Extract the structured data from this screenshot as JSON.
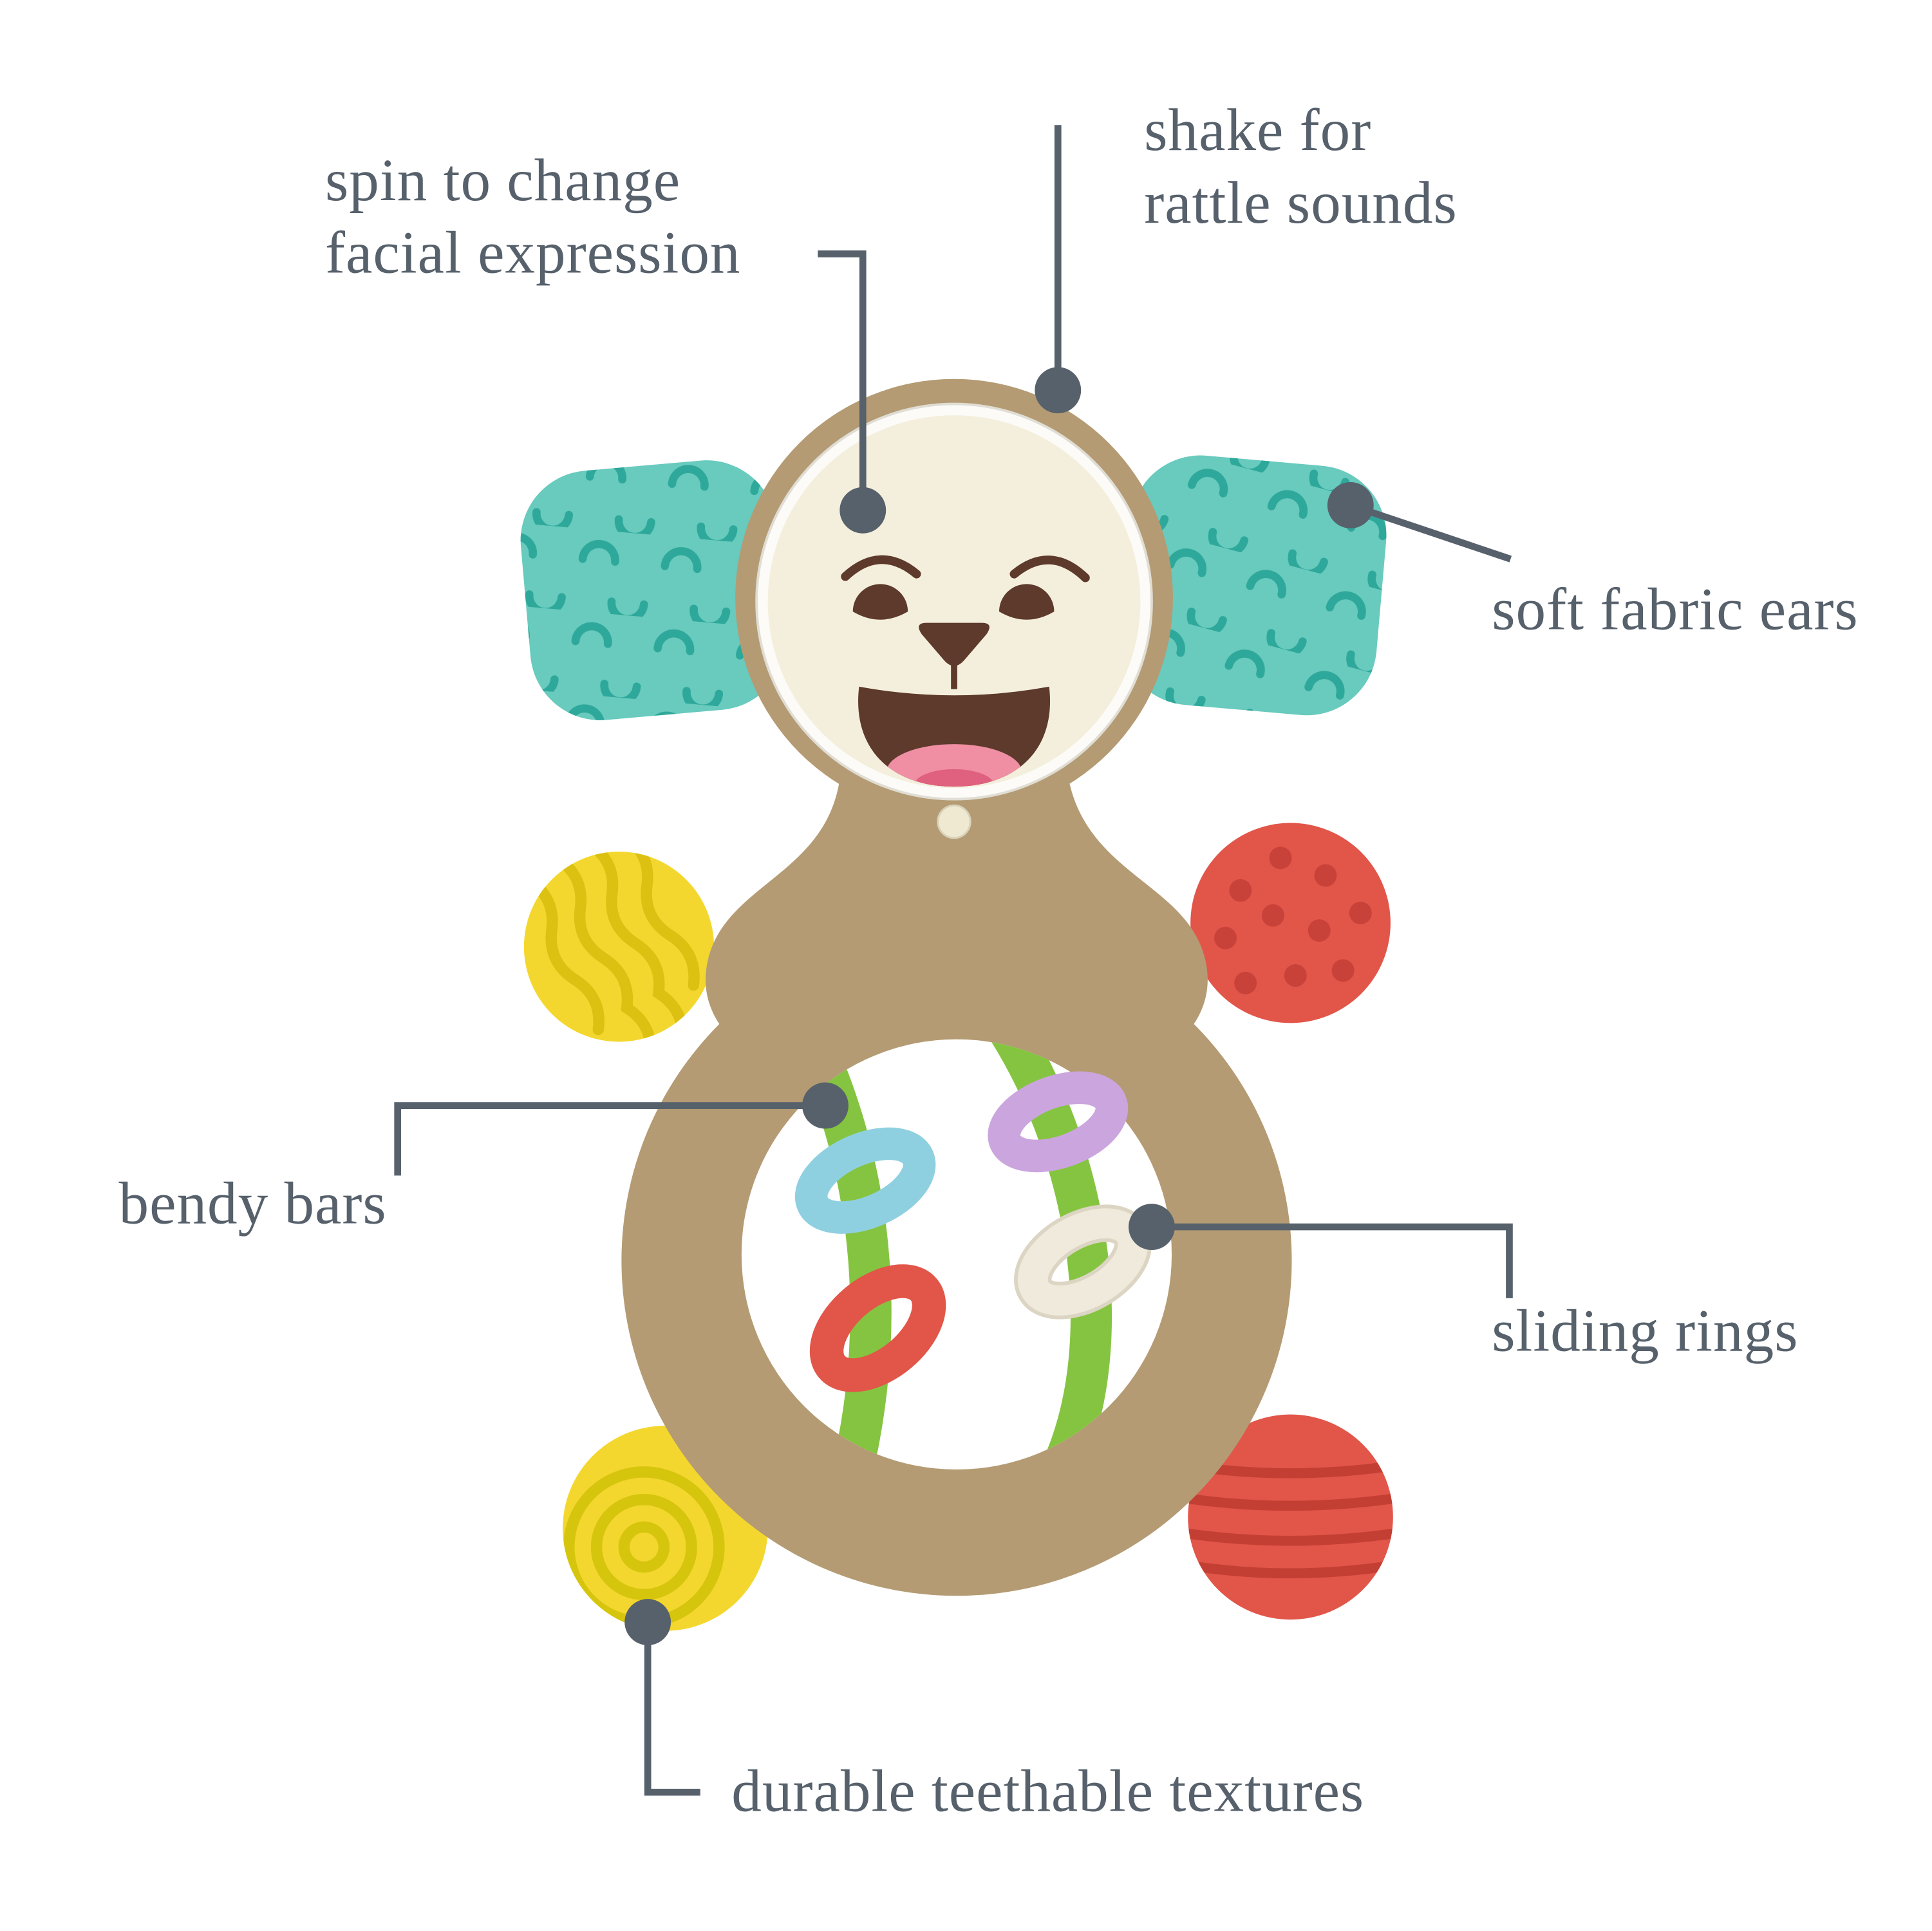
{
  "labels": {
    "spin_line1": "spin to change",
    "spin_line2": "facial expression",
    "shake_line1": "shake for",
    "shake_line2": "rattle sounds",
    "soft_fabric_ears": "soft fabric ears",
    "bendy_bars": "bendy bars",
    "sliding_rings": "sliding rings",
    "durable_textures": "durable teethable textures"
  },
  "colors": {
    "label_text": "#57616c",
    "leader_line": "#57616c",
    "callout_dot": "#57616c",
    "body_tan": "#b49b73",
    "ear_teal": "#69cabe",
    "ear_pattern_teal": "#2ea89a",
    "face_cream": "#f4efdc",
    "face_ring_white": "#fcfbf8",
    "face_feature_brown": "#5d3a2b",
    "tongue_pink": "#f08fa4",
    "tongue_deep_pink": "#e0607f",
    "bar_green": "#85c440",
    "ring_blue": "#8fd0e0",
    "ring_red": "#e15648",
    "ring_purple": "#cba5de",
    "ring_white": "#efeadb",
    "ball_yellow": "#f4d72e",
    "ball_yellow_texture": "#ddc112",
    "ball_red": "#e25549",
    "ball_red_texture": "#c8423a",
    "hole_white": "#ffffff"
  }
}
